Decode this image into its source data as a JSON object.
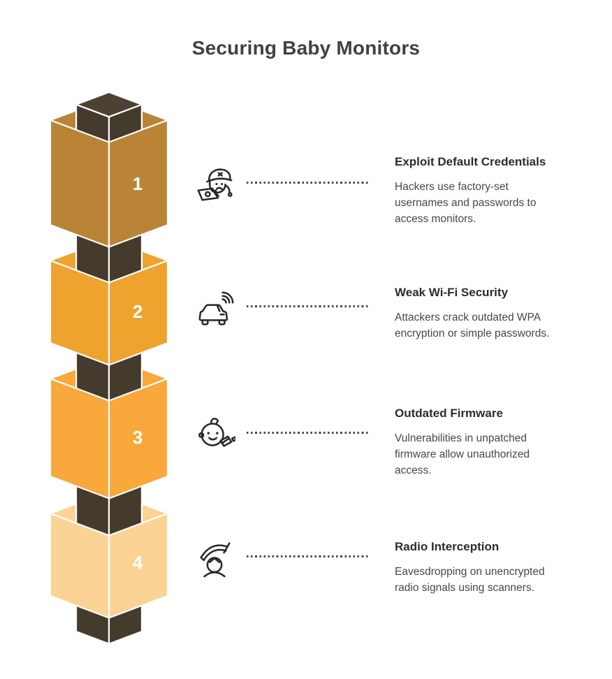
{
  "title": "Securing Baby Monitors",
  "palette": {
    "title_color": "#414042",
    "heading_color": "#2F2B28",
    "body_color": "#4A4542",
    "icon_stroke": "#2B2724",
    "dot_color": "#4A4542",
    "core_color": "#453B2D",
    "core_top_color": "#4C4132",
    "edge_color": "#FFFFFF",
    "number_color": "#FFFFFF",
    "background": "#FFFFFF"
  },
  "steps": [
    {
      "number": "1",
      "block_color": "#BA8437",
      "icon": "hacker-laptop",
      "heading": "Exploit Default Credentials",
      "description": "Hackers use factory-set usernames and passwords to access monitors."
    },
    {
      "number": "2",
      "block_color": "#EFA32F",
      "icon": "car-wifi",
      "heading": "Weak Wi-Fi Security",
      "description": "Attackers crack outdated WPA encryption or simple passwords."
    },
    {
      "number": "3",
      "block_color": "#F9A83B",
      "icon": "baby-bottle",
      "heading": "Outdated Firmware",
      "description": "Vulnerabilities in unpatched firmware allow unauthorized access."
    },
    {
      "number": "4",
      "block_color": "#FBD394",
      "icon": "radio-listener",
      "heading": "Radio Interception",
      "description": "Eavesdropping on unencrypted radio signals using scanners."
    }
  ]
}
